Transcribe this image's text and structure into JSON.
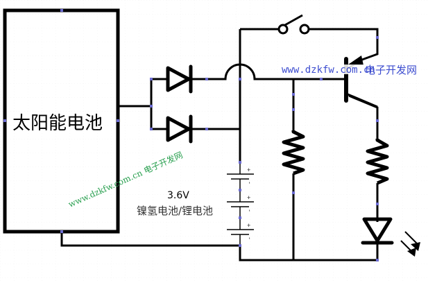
{
  "diagram": {
    "solar_panel_label": "太阳能电池",
    "battery_voltage_label": "3.6V",
    "battery_type_label": "镍氢电池/锂电池",
    "battery_cells": [
      {
        "plus": "+",
        "minus": "-"
      },
      {
        "plus": "+",
        "minus": "-"
      },
      {
        "plus": "+",
        "minus": "-"
      }
    ],
    "components": {
      "diodes": [
        "diode-upper",
        "diode-lower"
      ],
      "switch": "switch",
      "transistor": "pnp-transistor",
      "resistors": [
        "base-resistor",
        "led-resistor"
      ],
      "led": "led"
    },
    "watermarks": {
      "blue_url": "www.dzkfw.com.cn",
      "blue_cn": "电子开发网",
      "green": "www.dzkfw.com.cn 电子开发网"
    },
    "colors": {
      "wire": "#000000",
      "watermark_blue": "#3c4ccf",
      "watermark_green": "#2aa050",
      "grid": "#d8d8d8"
    }
  }
}
